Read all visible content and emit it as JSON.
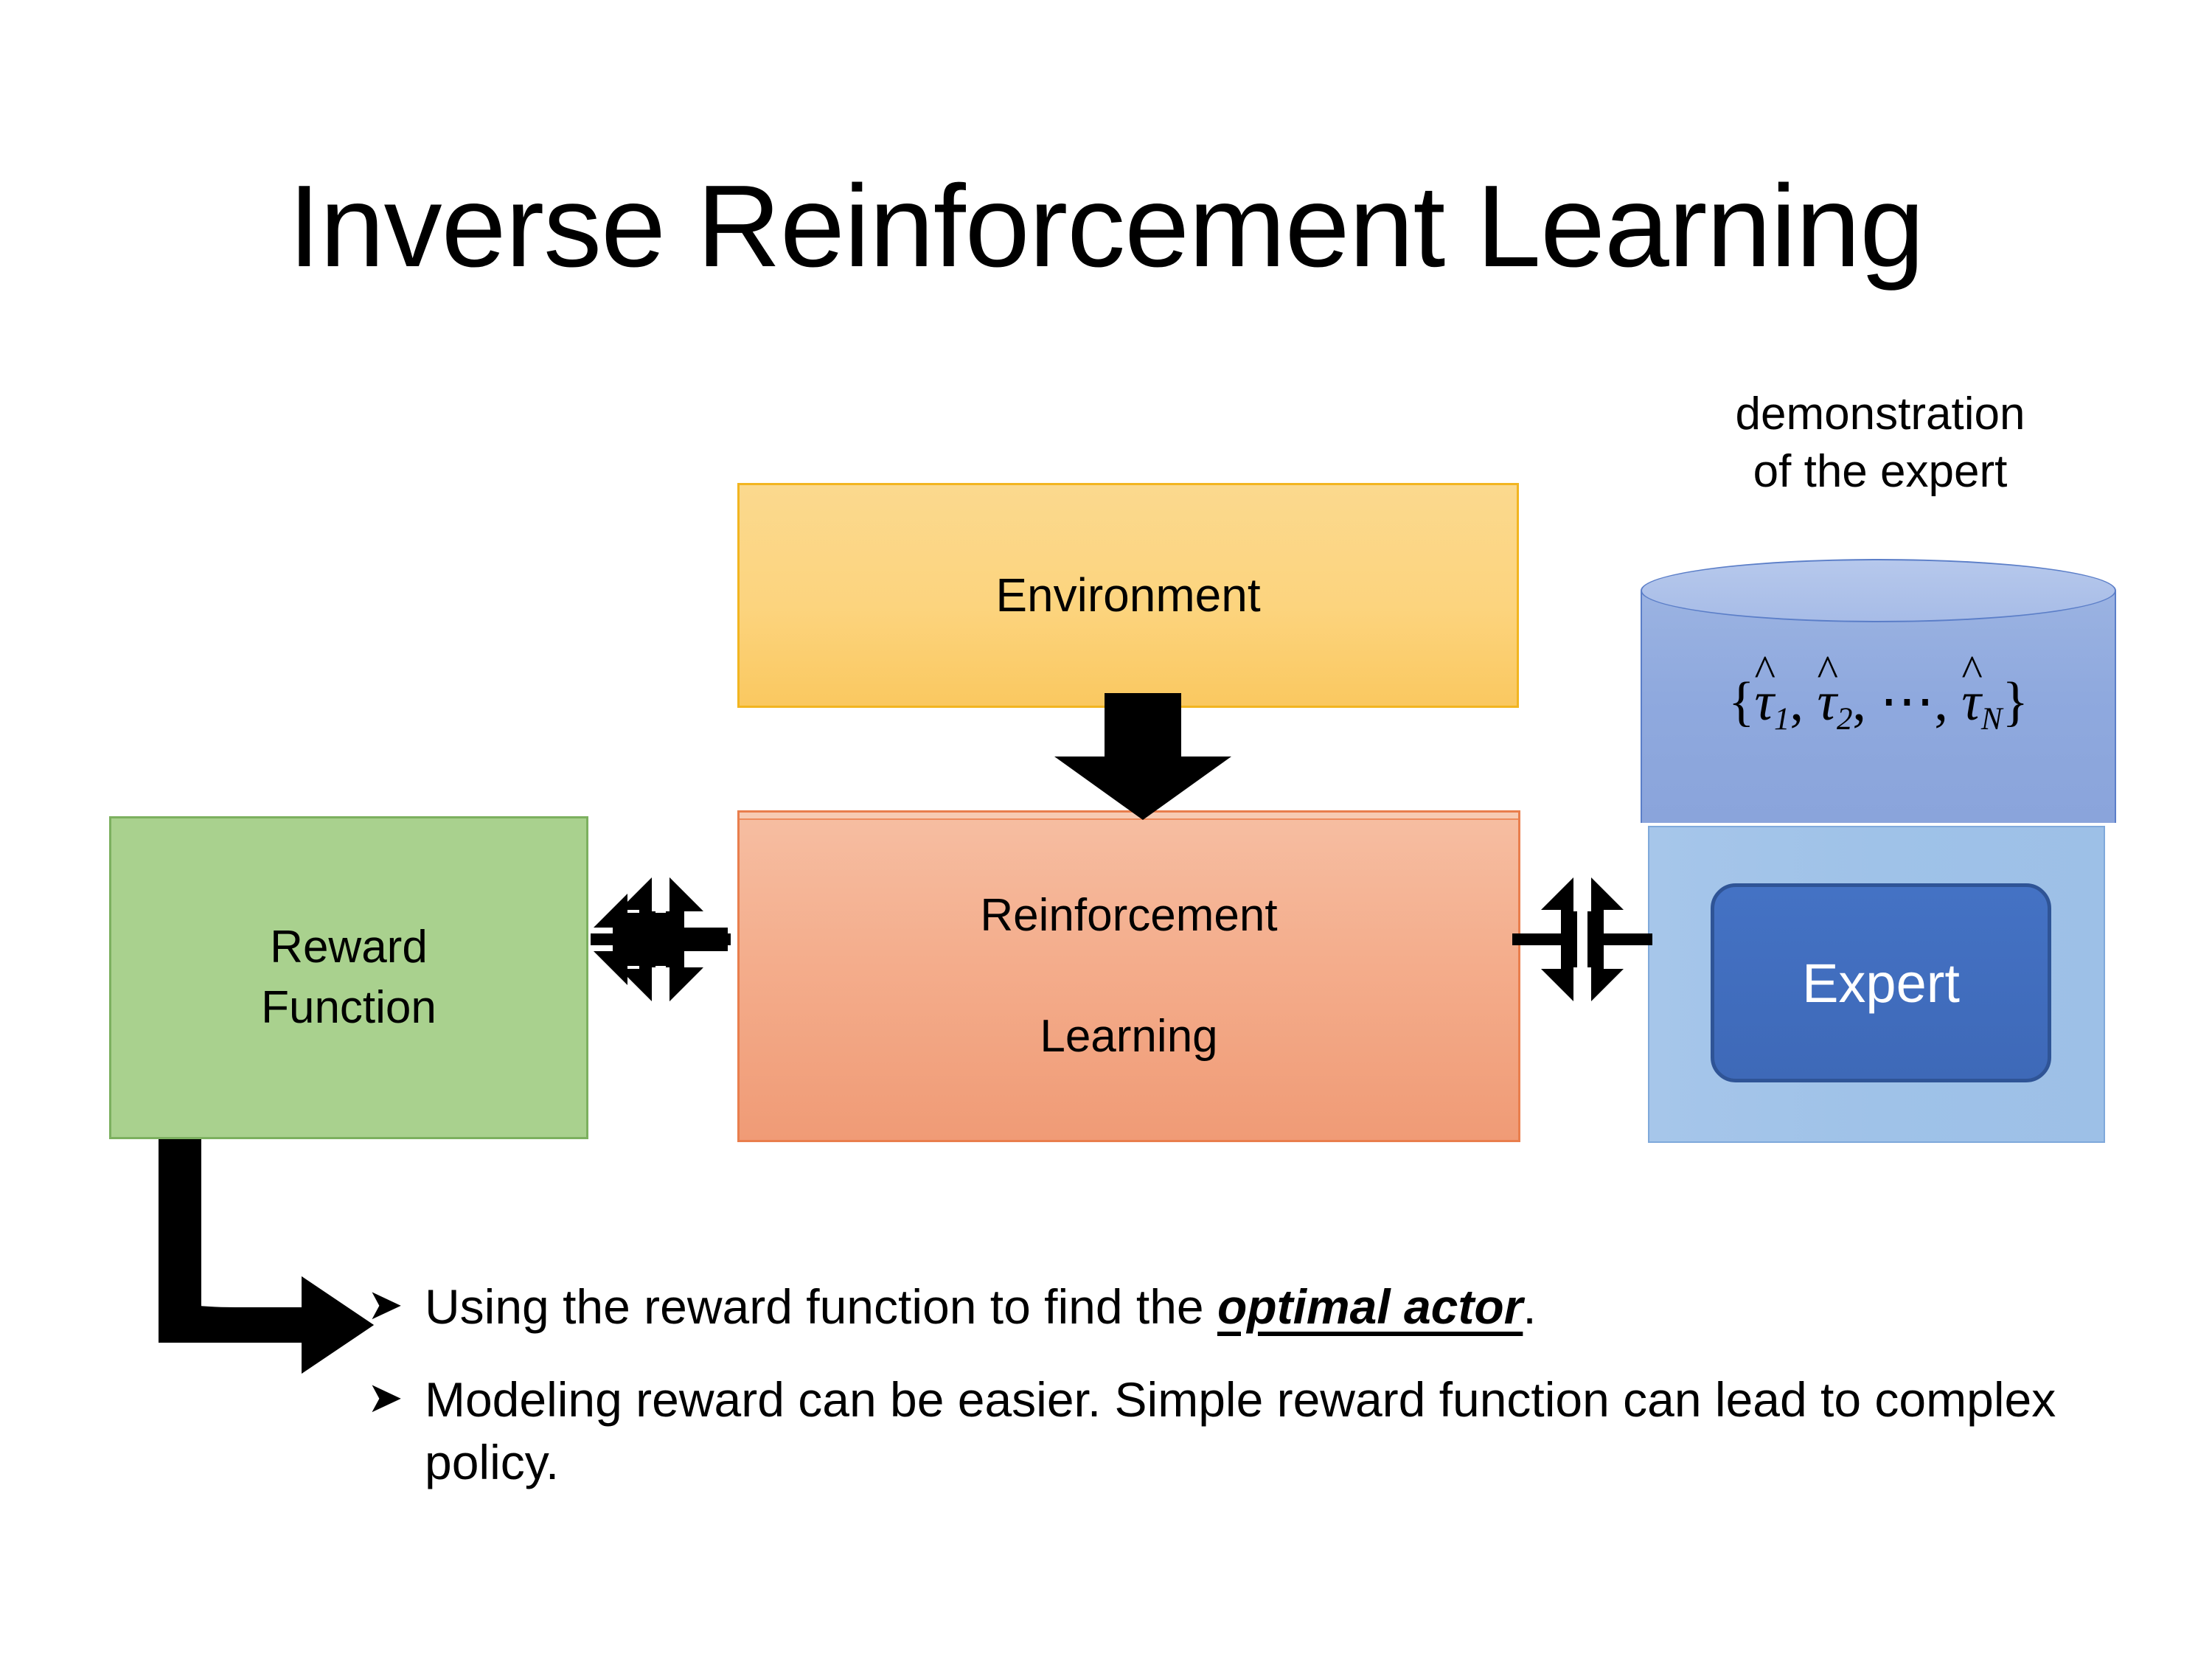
{
  "slide": {
    "title": "Inverse Reinforcement Learning",
    "background_color": "#FFFFFF"
  },
  "nodes": {
    "environment": {
      "label": "Environment",
      "fill_color": "#FCD47E",
      "border_color": "#F2B520"
    },
    "reward_function": {
      "label": "Reward\nFunction",
      "label_line1": "Reward",
      "label_line2": "Function",
      "fill_color": "#A9D18E",
      "border_color": "#7CB05F"
    },
    "reinforcement_learning": {
      "label_line1": "Reinforcement",
      "label_line2": "Learning",
      "fill_color": "#F4AD8C",
      "border_color": "#E97E4D"
    },
    "expert": {
      "label": "Expert",
      "fill_color": "#4472C4",
      "border_color": "#2F5496",
      "text_color": "#FFFFFF"
    },
    "expert_panel": {
      "fill_color": "#9FC2E8",
      "border_color": "#7FA9DB"
    },
    "demonstration_cylinder": {
      "caption_line1": "demonstration",
      "caption_line2": "of the expert",
      "formula_plain": "{τ̂₁, τ̂₂, ⋯, τ̂N}",
      "formula_parts": {
        "open_brace": "{",
        "tau": "τ",
        "hat": "^",
        "sub1": "1",
        "sub2": "2",
        "subN": "N",
        "comma": ",",
        "ellipsis": "⋯",
        "close_brace": "}"
      },
      "body_color": "#8FA9DE",
      "top_color": "#A7BCE7",
      "border_color": "#5B7EC8"
    }
  },
  "arrows": {
    "environment_to_rl": {
      "name": "down-arrow",
      "color": "#000000"
    },
    "reward_rl_bidirectional": {
      "name": "quad-arrow",
      "color": "#000000"
    },
    "rl_expert_bidirectional": {
      "name": "quad-arrow",
      "color": "#000000"
    },
    "reward_to_bullet": {
      "name": "bent-arrow",
      "color": "#000000"
    }
  },
  "bullets": [
    {
      "marker": "➤",
      "text_before": "Using the reward function to find the ",
      "emphasis": "optimal actor",
      "text_after": "."
    },
    {
      "marker": "➤",
      "text_before": "Modeling reward can be easier. Simple reward function can lead to complex policy.",
      "emphasis": "",
      "text_after": ""
    }
  ]
}
